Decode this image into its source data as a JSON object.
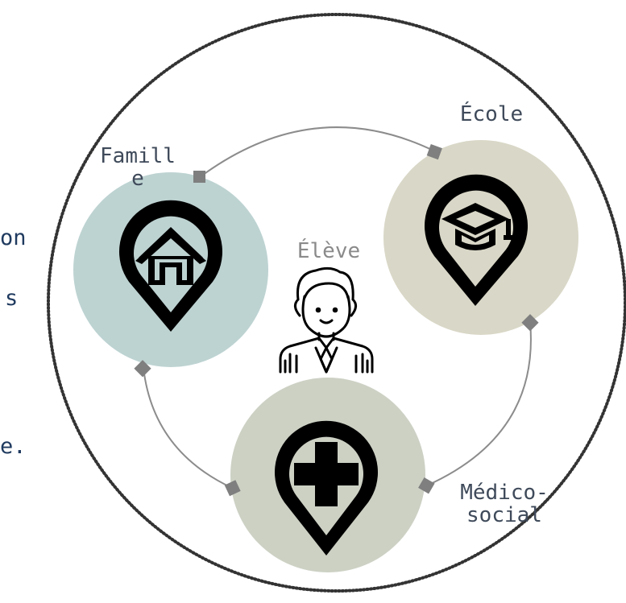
{
  "nodes": {
    "famille": {
      "label": "Famill\ne",
      "icon": "home-pin-icon",
      "color": "#bdd3d2"
    },
    "ecole": {
      "label": "École",
      "icon": "graduation-cap-pin-icon",
      "color": "#d9d7c7"
    },
    "medico": {
      "label": "Médico-\nsocial",
      "icon": "medical-cross-pin-icon",
      "color": "#ccd1c4"
    },
    "eleve": {
      "label": "Élève",
      "icon": "student-icon"
    }
  },
  "clipped_text": {
    "line1": "on",
    "line2": "s",
    "line3": "e."
  },
  "colors": {
    "ring": "#333333",
    "connector": "#8c8c8c",
    "handle": "#7f7f7f",
    "icon": "#000000",
    "text": "#1f3a5f"
  }
}
